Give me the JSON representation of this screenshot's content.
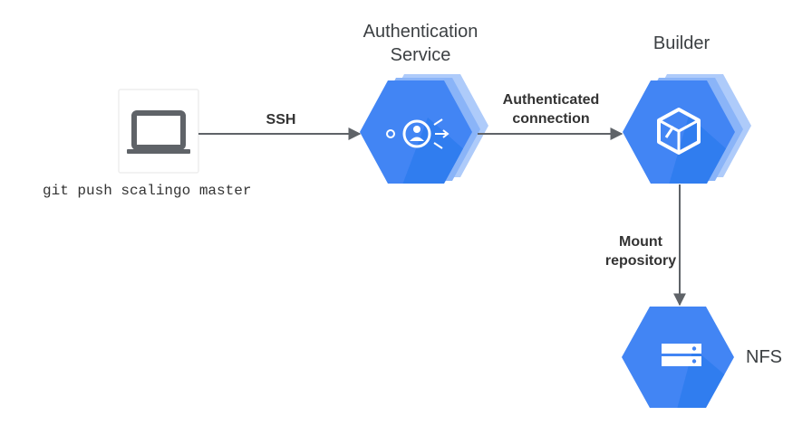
{
  "nodes": {
    "client": {
      "icon": "laptop-icon",
      "caption": "git push scalingo master"
    },
    "auth": {
      "icon": "identity-aware-proxy-icon",
      "title_line1": "Authentication",
      "title_line2": "Service"
    },
    "builder": {
      "icon": "cube-box-icon",
      "title": "Builder"
    },
    "nfs": {
      "icon": "storage-server-icon",
      "title": "NFS"
    }
  },
  "edges": {
    "ssh": {
      "label": "SSH"
    },
    "authenticated": {
      "label_line1": "Authenticated",
      "label_line2": "connection"
    },
    "mount": {
      "label_line1": "Mount",
      "label_line2": "repository"
    }
  },
  "colors": {
    "hex_blue": "#4285f4",
    "hex_shadow": "#aecbfa",
    "arrow": "#5f6368",
    "laptop": "#5f6368",
    "card_border": "#eeeeee"
  }
}
